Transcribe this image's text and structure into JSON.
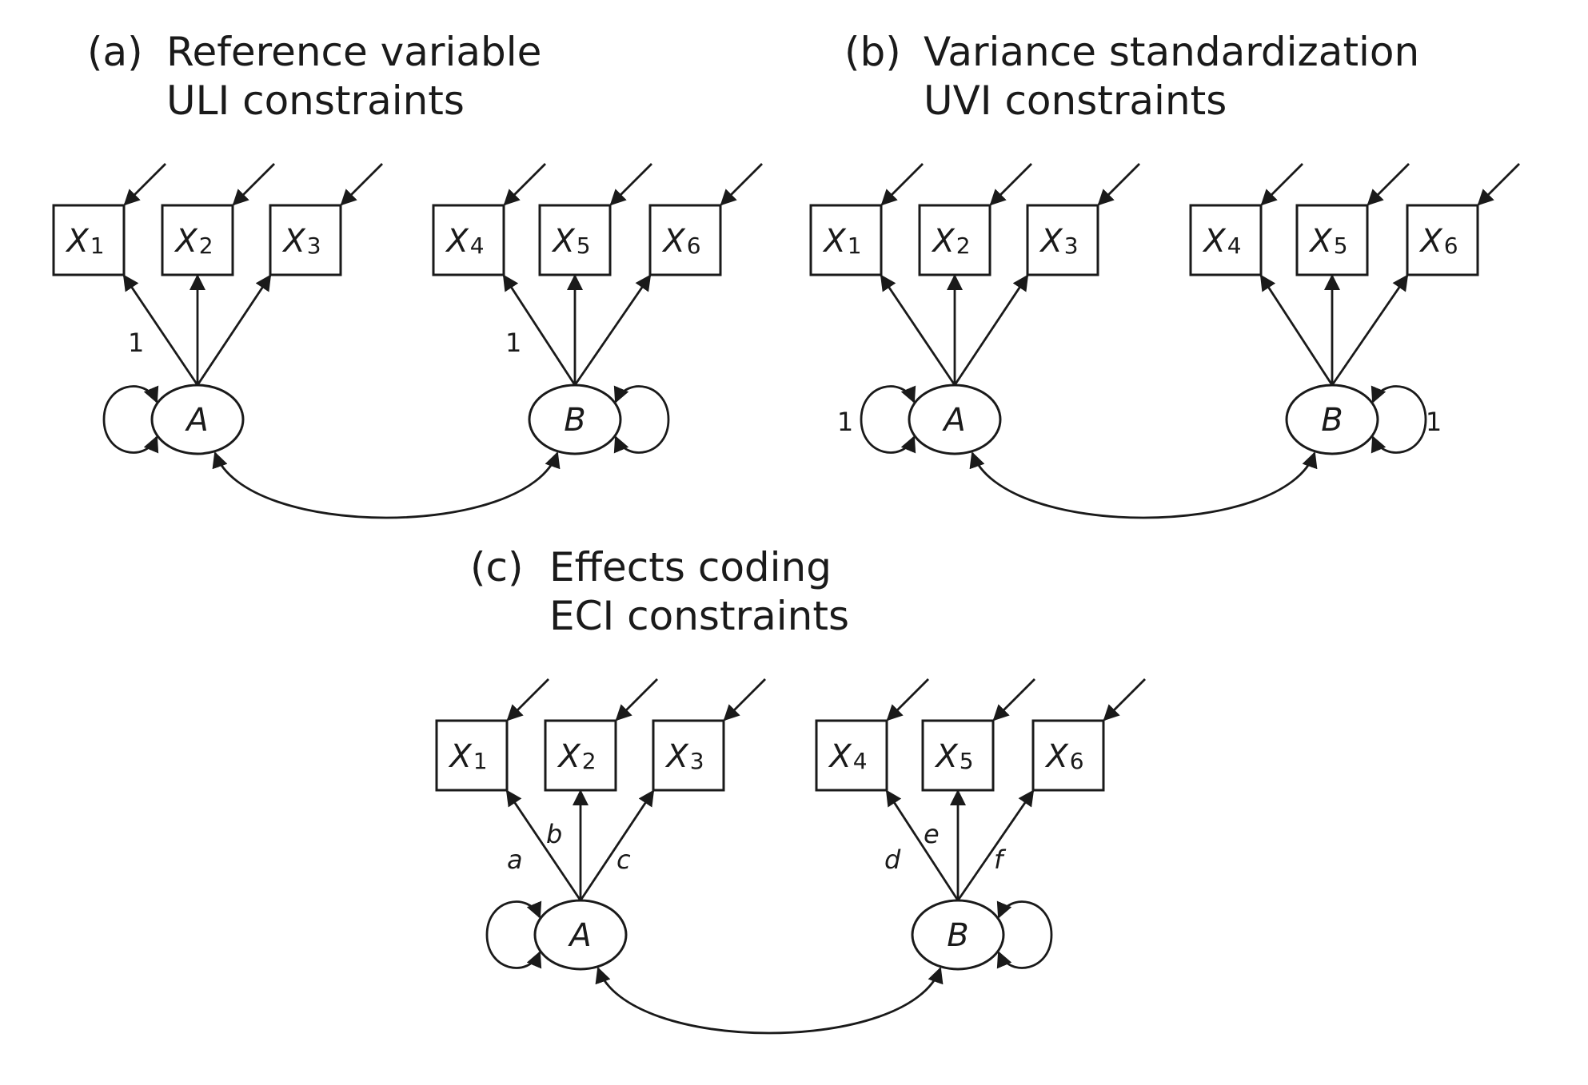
{
  "figure": {
    "colors": {
      "ink": "#1a1a1a",
      "background": "#ffffff"
    },
    "panels": [
      {
        "id": "a",
        "tag": "(a)",
        "title_line1": "Reference variable",
        "title_line2": "ULI constraints",
        "factors": [
          {
            "name": "A",
            "indicators": [
              "1",
              "2",
              "3"
            ],
            "loading_labels": [
              "1",
              "",
              ""
            ],
            "variance_label": ""
          },
          {
            "name": "B",
            "indicators": [
              "4",
              "5",
              "6"
            ],
            "loading_labels": [
              "1",
              "",
              ""
            ],
            "variance_label": ""
          }
        ],
        "label_style": "normal"
      },
      {
        "id": "b",
        "tag": "(b)",
        "title_line1": "Variance standardization",
        "title_line2": "UVI constraints",
        "factors": [
          {
            "name": "A",
            "indicators": [
              "1",
              "2",
              "3"
            ],
            "loading_labels": [
              "",
              "",
              ""
            ],
            "variance_label": "1"
          },
          {
            "name": "B",
            "indicators": [
              "4",
              "5",
              "6"
            ],
            "loading_labels": [
              "",
              "",
              ""
            ],
            "variance_label": "1"
          }
        ],
        "label_style": "normal"
      },
      {
        "id": "c",
        "tag": "(c)",
        "title_line1": "Effects coding",
        "title_line2": "ECI constraints",
        "factors": [
          {
            "name": "A",
            "indicators": [
              "1",
              "2",
              "3"
            ],
            "loading_labels": [
              "a",
              "b",
              "c"
            ],
            "variance_label": ""
          },
          {
            "name": "B",
            "indicators": [
              "4",
              "5",
              "6"
            ],
            "loading_labels": [
              "d",
              "e",
              "f"
            ],
            "variance_label": ""
          }
        ],
        "label_style": "italic"
      }
    ],
    "indicator_prefix": "X"
  }
}
